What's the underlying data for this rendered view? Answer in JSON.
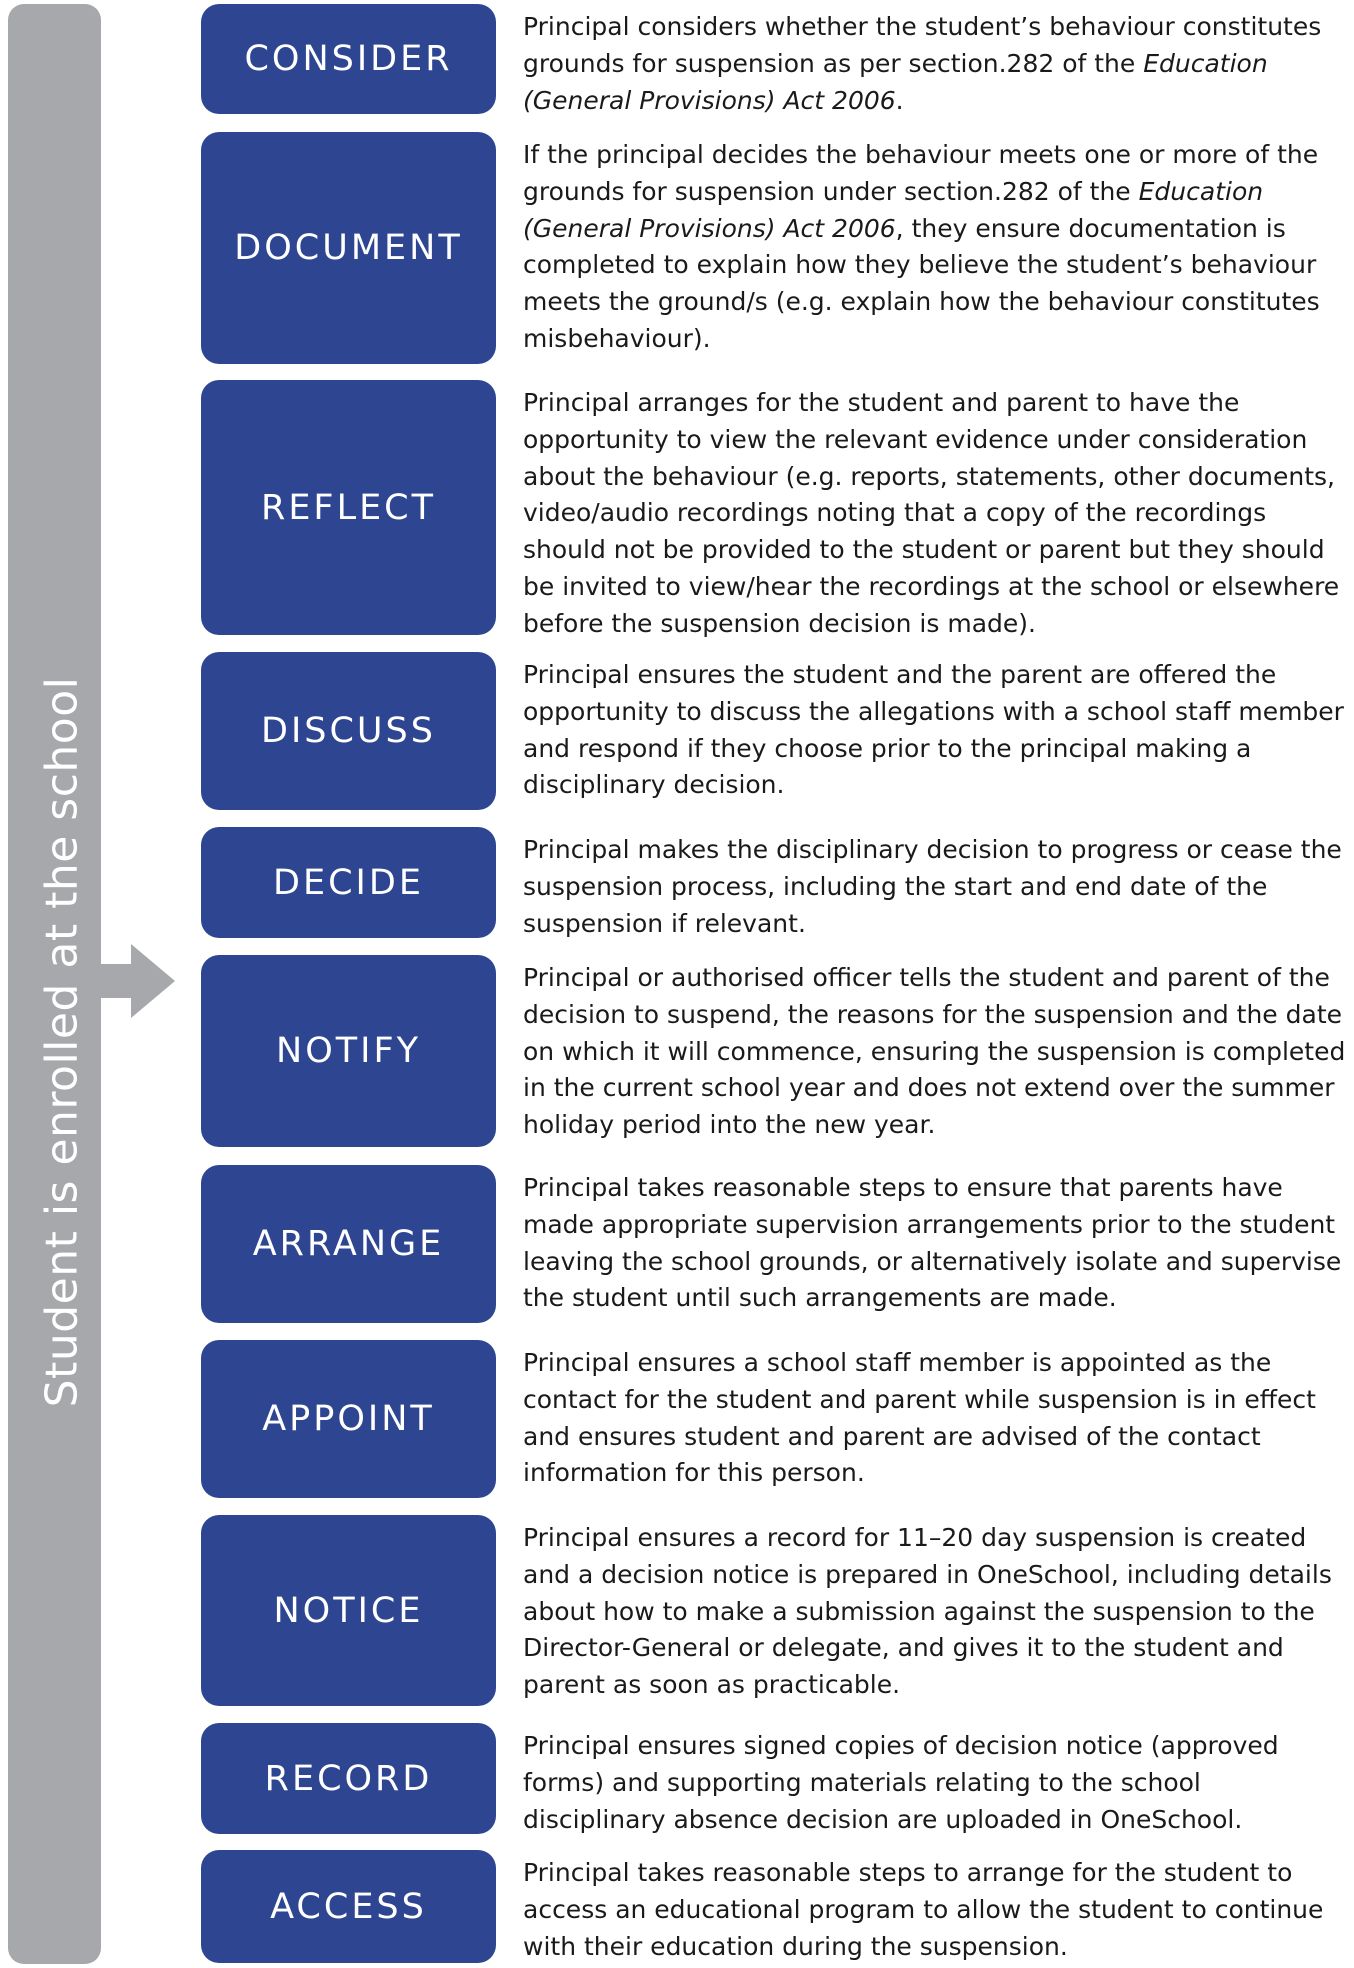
{
  "sidebar": {
    "label": "Student is enrolled at the school"
  },
  "colors": {
    "step_fill": "#2e4592",
    "sidebar_fill": "#a7a8ab",
    "step_text": "#ffffff"
  },
  "steps": [
    {
      "label": "CONSIDER",
      "parts": [
        "Principal considers whether the student’s behaviour constitutes grounds for suspension as per section.282 of the ",
        "Education (General Provisions) Act 2006",
        "."
      ]
    },
    {
      "label": "DOCUMENT",
      "parts": [
        "If the principal decides the behaviour meets one or more of the grounds for suspension under section.282 of the ",
        "Education (General Provisions) Act 2006",
        ", they ensure documentation is completed to explain how they believe the student’s behaviour meets the ground/s (e.g. explain how the behaviour constitutes misbehaviour)."
      ]
    },
    {
      "label": "REFLECT",
      "text": "Principal arranges for the student and parent to have the opportunity to view the relevant evidence under consideration about the behaviour (e.g. reports, statements, other documents, video/audio recordings noting that a copy of the recordings should not be provided to the student or parent but they should be invited to view/hear the recordings at the school or elsewhere before the suspension decision is made)."
    },
    {
      "label": "DISCUSS",
      "text": "Principal ensures the student and the parent are offered the opportunity to discuss the allegations with a school staff member and respond if they choose prior to the principal making a disciplinary decision."
    },
    {
      "label": "DECIDE",
      "text": "Principal makes the disciplinary decision to progress or cease the suspension process, including the start and end date of the suspension if relevant."
    },
    {
      "label": "NOTIFY",
      "text": "Principal or authorised officer tells the student and parent of the decision to suspend, the reasons for the suspension and the date on which it will commence, ensuring the suspension is completed in the current school year and does not extend over the summer holiday period into the new year."
    },
    {
      "label": "ARRANGE",
      "text": "Principal takes reasonable steps to ensure that parents have made appropriate supervision arrangements prior to the student leaving the school grounds, or alternatively isolate and supervise the student until such arrangements are made."
    },
    {
      "label": "APPOINT",
      "text": "Principal ensures a school staff member is appointed as the contact for the student and parent while suspension is in effect and ensures student and parent are advised of the contact information for this person."
    },
    {
      "label": "NOTICE",
      "text": "Principal ensures a record for 11–20 day suspension is created and a decision notice is prepared in OneSchool, including details about how to make a submission against the suspension to the Director-General or delegate, and gives it to the student and parent as soon as practicable."
    },
    {
      "label": "RECORD",
      "text": "Principal ensures signed copies of decision notice (approved forms) and supporting materials relating to the school disciplinary absence decision are uploaded in OneSchool."
    },
    {
      "label": "ACCESS",
      "text": "Principal takes reasonable steps to arrange for the student to access an educational program to allow the student to continue with their education during the suspension."
    }
  ]
}
